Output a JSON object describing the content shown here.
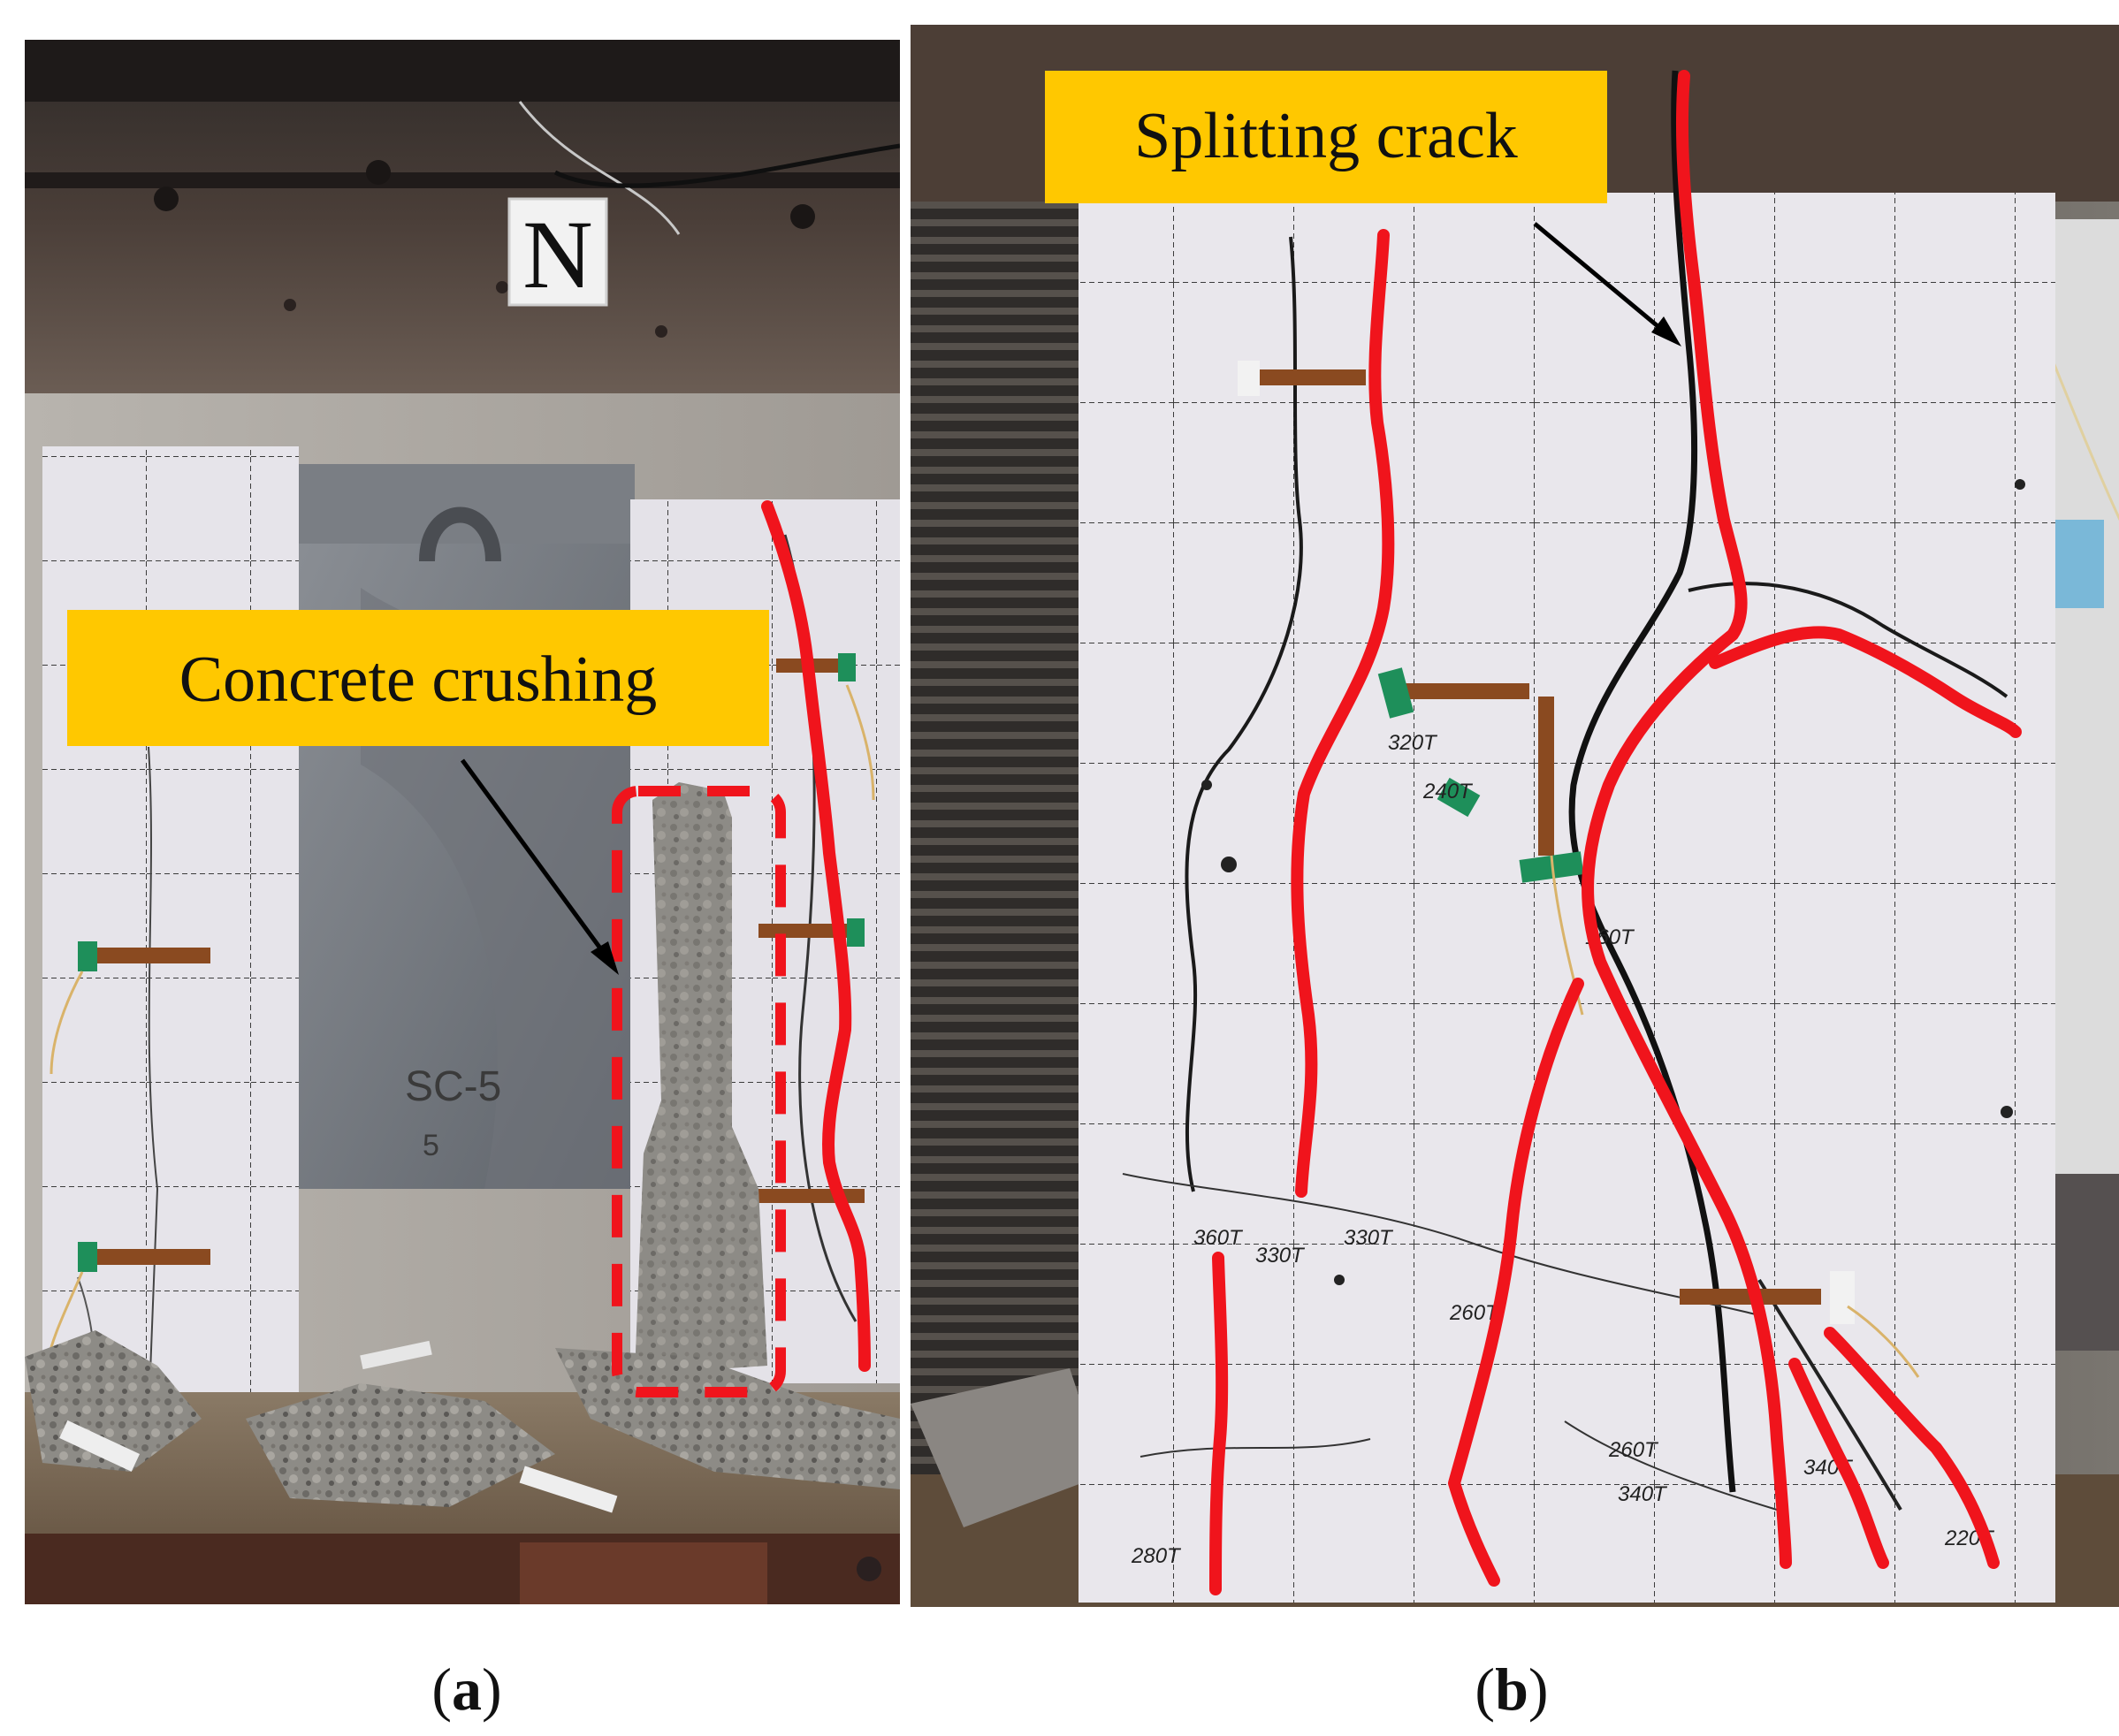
{
  "panel_a": {
    "annotation": "Concrete crushing",
    "sign_letter": "N",
    "specimen_label": "SC-5",
    "specimen_number": "5",
    "caption_letter": "a",
    "colors": {
      "tag_fill": "#ffc800",
      "crack_line": "#f0141c",
      "arrow": "#000000"
    }
  },
  "panel_b": {
    "annotation": "Splitting crack",
    "caption_letter": "b",
    "load_marks": [
      "280T",
      "160T",
      "260T",
      "330T",
      "240T",
      "340T",
      "360T",
      "330T",
      "260T",
      "340T",
      "320T",
      "220T"
    ],
    "colors": {
      "tag_fill": "#ffc800",
      "crack_line": "#f0141c",
      "arrow": "#000000"
    }
  }
}
